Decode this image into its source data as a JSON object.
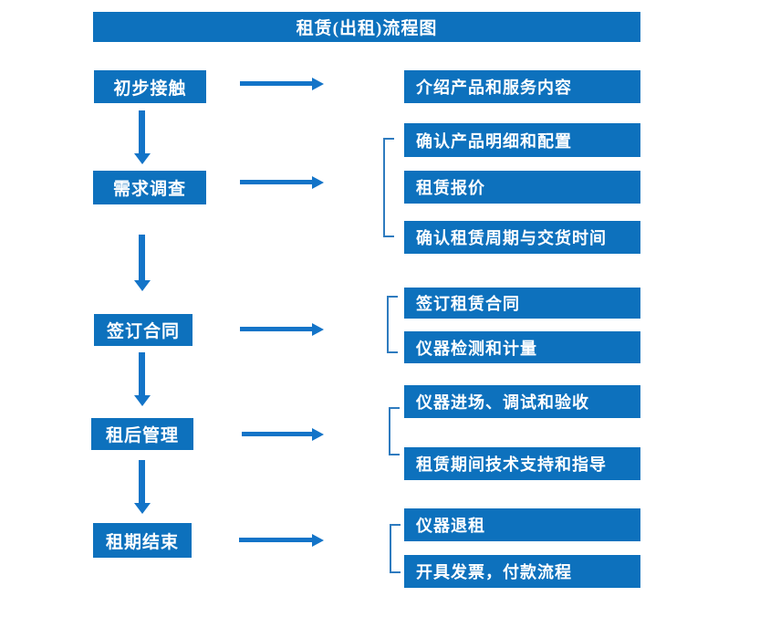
{
  "title": "租赁(出租)流程图",
  "colors": {
    "box_blue": "#0d71bd",
    "arrow_blue": "#1374c8",
    "bracket_blue": "#2e7bbf",
    "text_white": "#ffffff",
    "background": "#ffffff"
  },
  "steps": [
    {
      "label": "初步接触",
      "details": [
        "介绍产品和服务内容"
      ]
    },
    {
      "label": "需求调查",
      "details": [
        "确认产品明细和配置",
        "租赁报价",
        "确认租赁周期与交货时间"
      ]
    },
    {
      "label": "签订合同",
      "details": [
        "签订租赁合同",
        "仪器检测和计量"
      ]
    },
    {
      "label": "租后管理",
      "details": [
        "仪器进场、调试和验收",
        "租赁期间技术支持和指导"
      ]
    },
    {
      "label": "租期结束",
      "details": [
        "仪器退租",
        "开具发票，付款流程"
      ]
    }
  ]
}
